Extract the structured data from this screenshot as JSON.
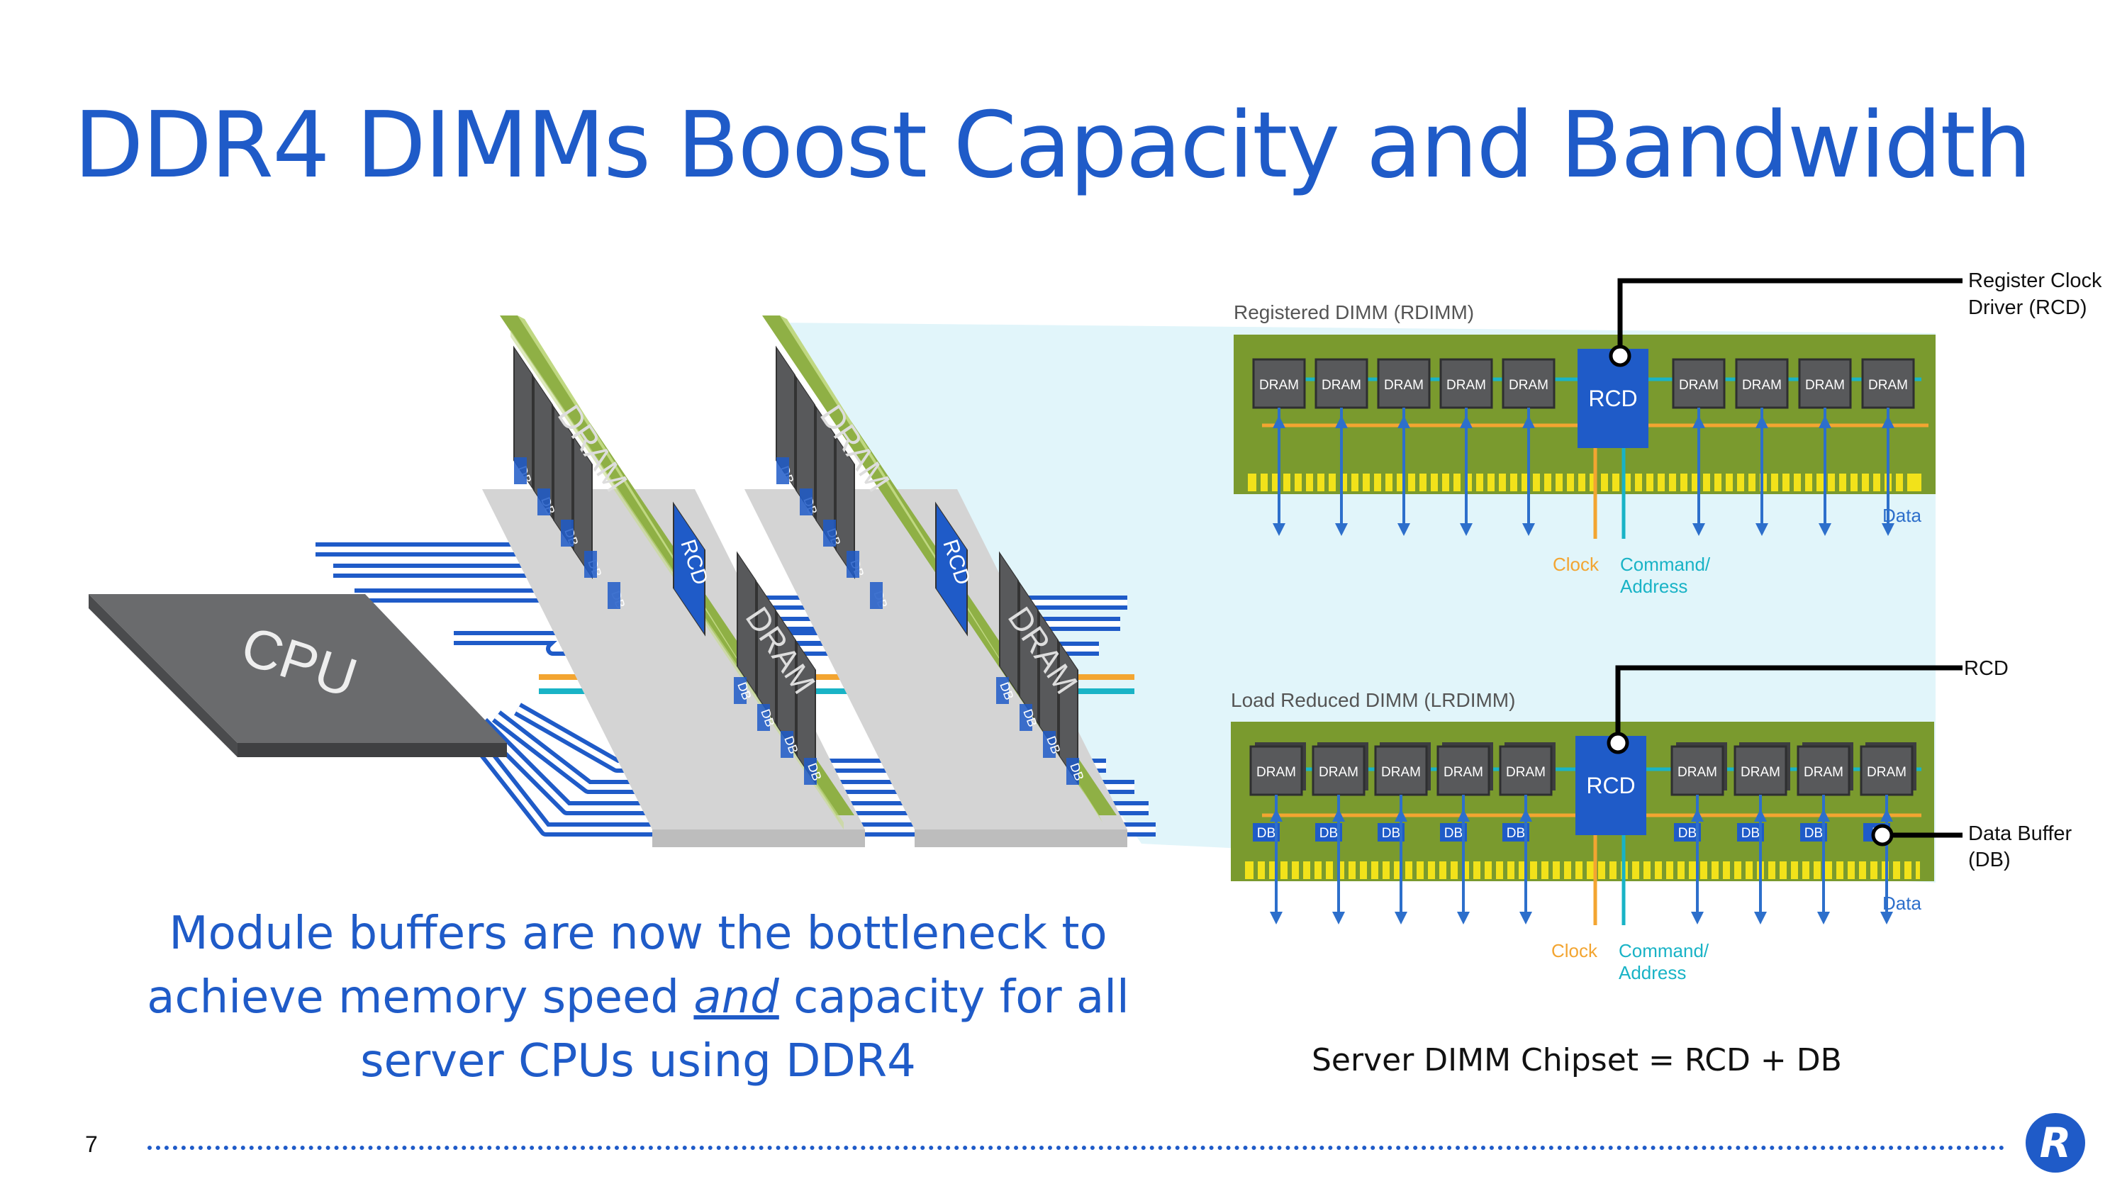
{
  "title": "DDR4 DIMMs Boost Capacity and Bandwidth",
  "caption": {
    "line1": "Module buffers are now the bottleneck to",
    "line2_before": "achieve memory speed ",
    "line2_emph": "and",
    "line2_after": " capacity for all",
    "line3": "server CPUs using DDR4"
  },
  "chipset_equation": "Server DIMM Chipset = RCD + DB",
  "page_number": "7",
  "logo_letter": "R",
  "left_diagram": {
    "cpu_label": "CPU",
    "dram_label": "DRAM",
    "rcd_label": "RCD",
    "db_label": "DB"
  },
  "rdimm": {
    "title": "Registered DIMM (RDIMM)",
    "dram_label": "DRAM",
    "dram_count_left": 5,
    "dram_count_right": 4,
    "rcd_label": "RCD",
    "clock_label": "Clock",
    "command_label_line1": "Command/",
    "command_label_line2": "Address",
    "data_label": "Data"
  },
  "lrdimm": {
    "title": "Load Reduced DIMM (LRDIMM)",
    "dram_label": "DRAM",
    "db_label": "DB",
    "visible_db_partial": "D",
    "rcd_label": "RCD",
    "clock_label": "Clock",
    "command_label_line1": "Command/",
    "command_label_line2": "Address",
    "data_label": "Data"
  },
  "callouts": {
    "rcd_full_line1": "Register Clock",
    "rcd_full_line2": "Driver (RCD)",
    "rcd_short": "RCD",
    "db_line1": "Data Buffer",
    "db_line2": "(DB)"
  },
  "colors": {
    "title_blue": "#1f5bc8",
    "board_green": "#7a9a2e",
    "chip_gray": "#58595b",
    "rcd_blue": "#1f5bc8",
    "clock_orange": "#f3a531",
    "command_cyan": "#19b3c6",
    "data_blue": "#2d6fcb",
    "zoom_fill": "#e1f5fa",
    "gold_pins": "#f2e21a"
  }
}
